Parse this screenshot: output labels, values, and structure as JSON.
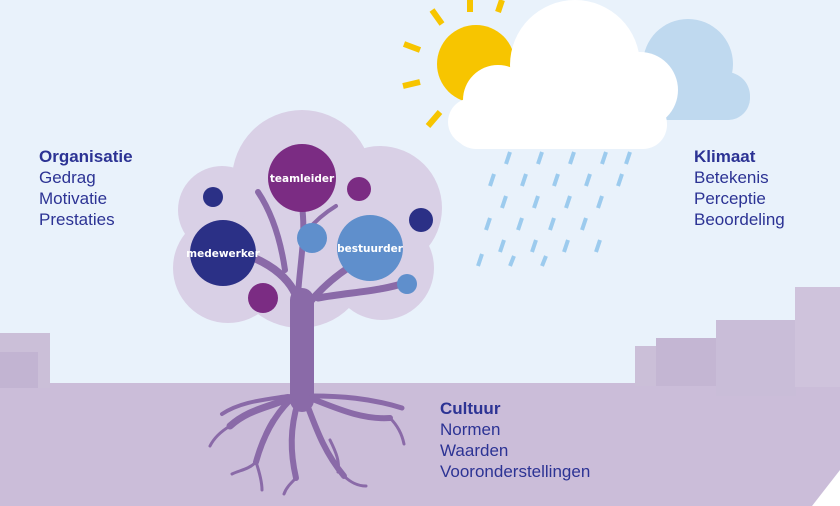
{
  "colors": {
    "sky": "#e9f2fb",
    "ground": "#cbbdd9",
    "text": "#2c3394",
    "trunk": "#8a6aa8",
    "canopy": "#d9d0e6",
    "navy": "#2b3086",
    "purple": "#7b2c83",
    "blue": "#5f8fcc",
    "sun": "#f7c500",
    "cloud_back": "#bfd9ef",
    "rain": "#9ccbee",
    "buildings": "#cbbfd8"
  },
  "organisatie": {
    "title": "Organisatie",
    "items": [
      "Gedrag",
      "Motivatie",
      "Prestaties"
    ]
  },
  "klimaat": {
    "title": "Klimaat",
    "items": [
      "Betekenis",
      "Perceptie",
      "Beoordeling"
    ]
  },
  "cultuur": {
    "title": "Cultuur",
    "items": [
      "Normen",
      "Waarden",
      "Vooronderstellingen"
    ]
  },
  "tree": {
    "teamleider": "teamleider",
    "medewerker": "medewerker",
    "bestuurder": "bestuurder"
  },
  "icons": [
    "sun-icon",
    "cloud-icon",
    "rain-icon",
    "tree-icon",
    "roots-icon"
  ]
}
